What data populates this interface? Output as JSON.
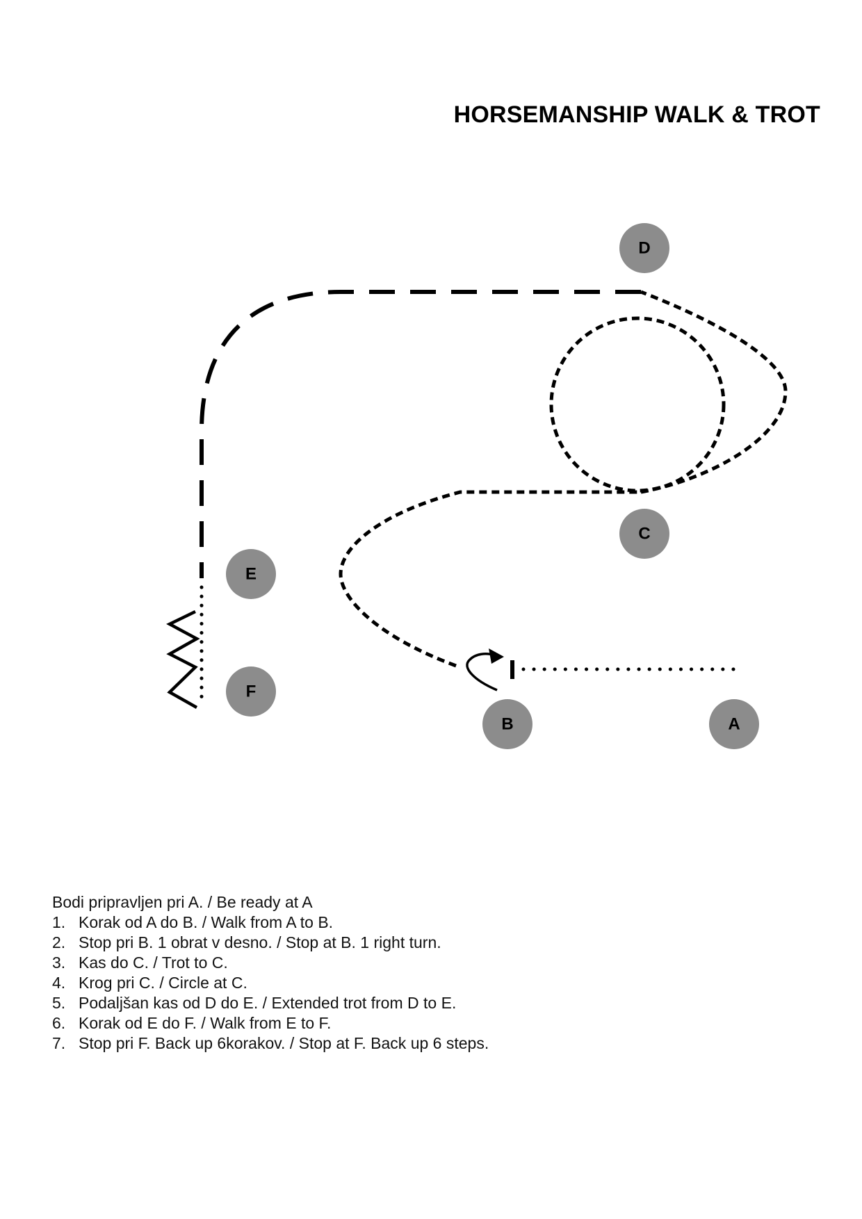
{
  "title": "HORSEMANSHIP WALK & TROT",
  "markers": {
    "A": "A",
    "B": "B",
    "C": "C",
    "D": "D",
    "E": "E",
    "F": "F"
  },
  "colors": {
    "marker_fill": "#8c8c8c",
    "path_stroke": "#000000"
  },
  "instructions": {
    "intro": "Bodi pripravljen pri A. / Be ready at A",
    "steps": [
      {
        "num": "1.",
        "text": "Korak od A do B. / Walk from A to B."
      },
      {
        "num": "2.",
        "text": "Stop pri B. 1 obrat v desno. / Stop at B. 1 right turn."
      },
      {
        "num": "3.",
        "text": "Kas do C. / Trot to C."
      },
      {
        "num": "4.",
        "text": "Krog pri C. / Circle at C."
      },
      {
        "num": "5.",
        "text": "Podaljšan kas od D do E. / Extended trot from D to E."
      },
      {
        "num": "6.",
        "text": "Korak od E do F. / Walk from E to F."
      },
      {
        "num": "7.",
        "text": "Stop pri F. Back up 6korakov. / Stop at F. Back up 6 steps."
      }
    ]
  }
}
